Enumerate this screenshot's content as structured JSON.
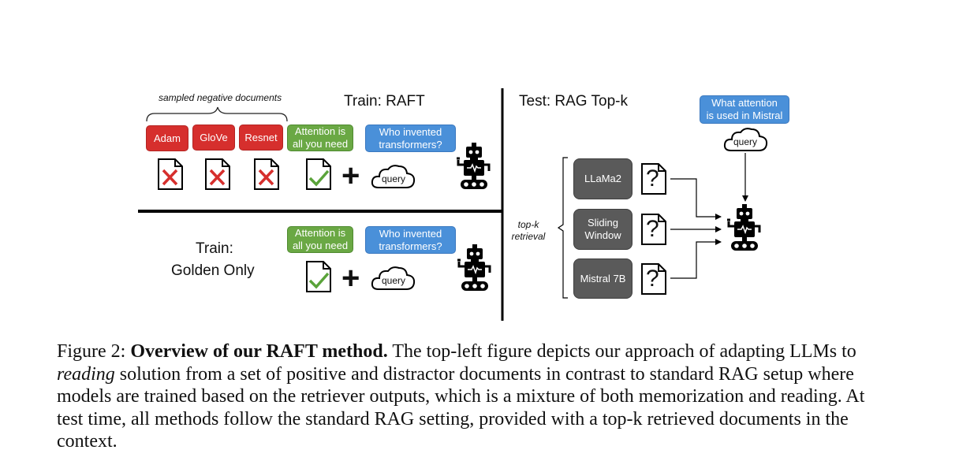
{
  "figure": {
    "train_raft_title": "Train: RAFT",
    "train_golden_title_line1": "Train:",
    "train_golden_title_line2": "Golden Only",
    "test_title": "Test: RAG Top-k",
    "sampled_negative_label": "sampled negative documents",
    "negative_docs": [
      "Adam",
      "GloVe",
      "Resnet"
    ],
    "golden_doc_line1": "Attention is",
    "golden_doc_line2": "all you need",
    "question_line1": "Who invented",
    "question_line2": "transformers?",
    "query_label": "query",
    "test_question_line1": "What attention",
    "test_question_line2": "is used in Mistral",
    "retrieval_label_line1": "top-k",
    "retrieval_label_line2": "retrieval",
    "retrieved_docs": [
      {
        "line1": "LLaMa2",
        "line2": ""
      },
      {
        "line1": "Sliding",
        "line2": "Window"
      },
      {
        "line1": "Mistral 7B",
        "line2": ""
      }
    ],
    "unknown_mark": "?",
    "colors": {
      "negative": "#d62f2d",
      "golden": "#6aa844",
      "question": "#4a90d9",
      "retrieved": "#5a5a5a",
      "check": "#5aa33a",
      "cross": "#d62f2d"
    }
  },
  "caption": {
    "prefix": "Figure 2: ",
    "bold": "Overview of our RAFT method.",
    "part1": " The top-left figure depicts our approach of adapting LLMs to ",
    "italic": "reading",
    "part2": " solution from a set of positive and distractor documents in contrast to standard RAG setup where models are trained based on the retriever outputs, which is a mixture of both memorization and reading. At test time, all methods follow the standard RAG setting, provided with a top-k retrieved documents in the context."
  }
}
